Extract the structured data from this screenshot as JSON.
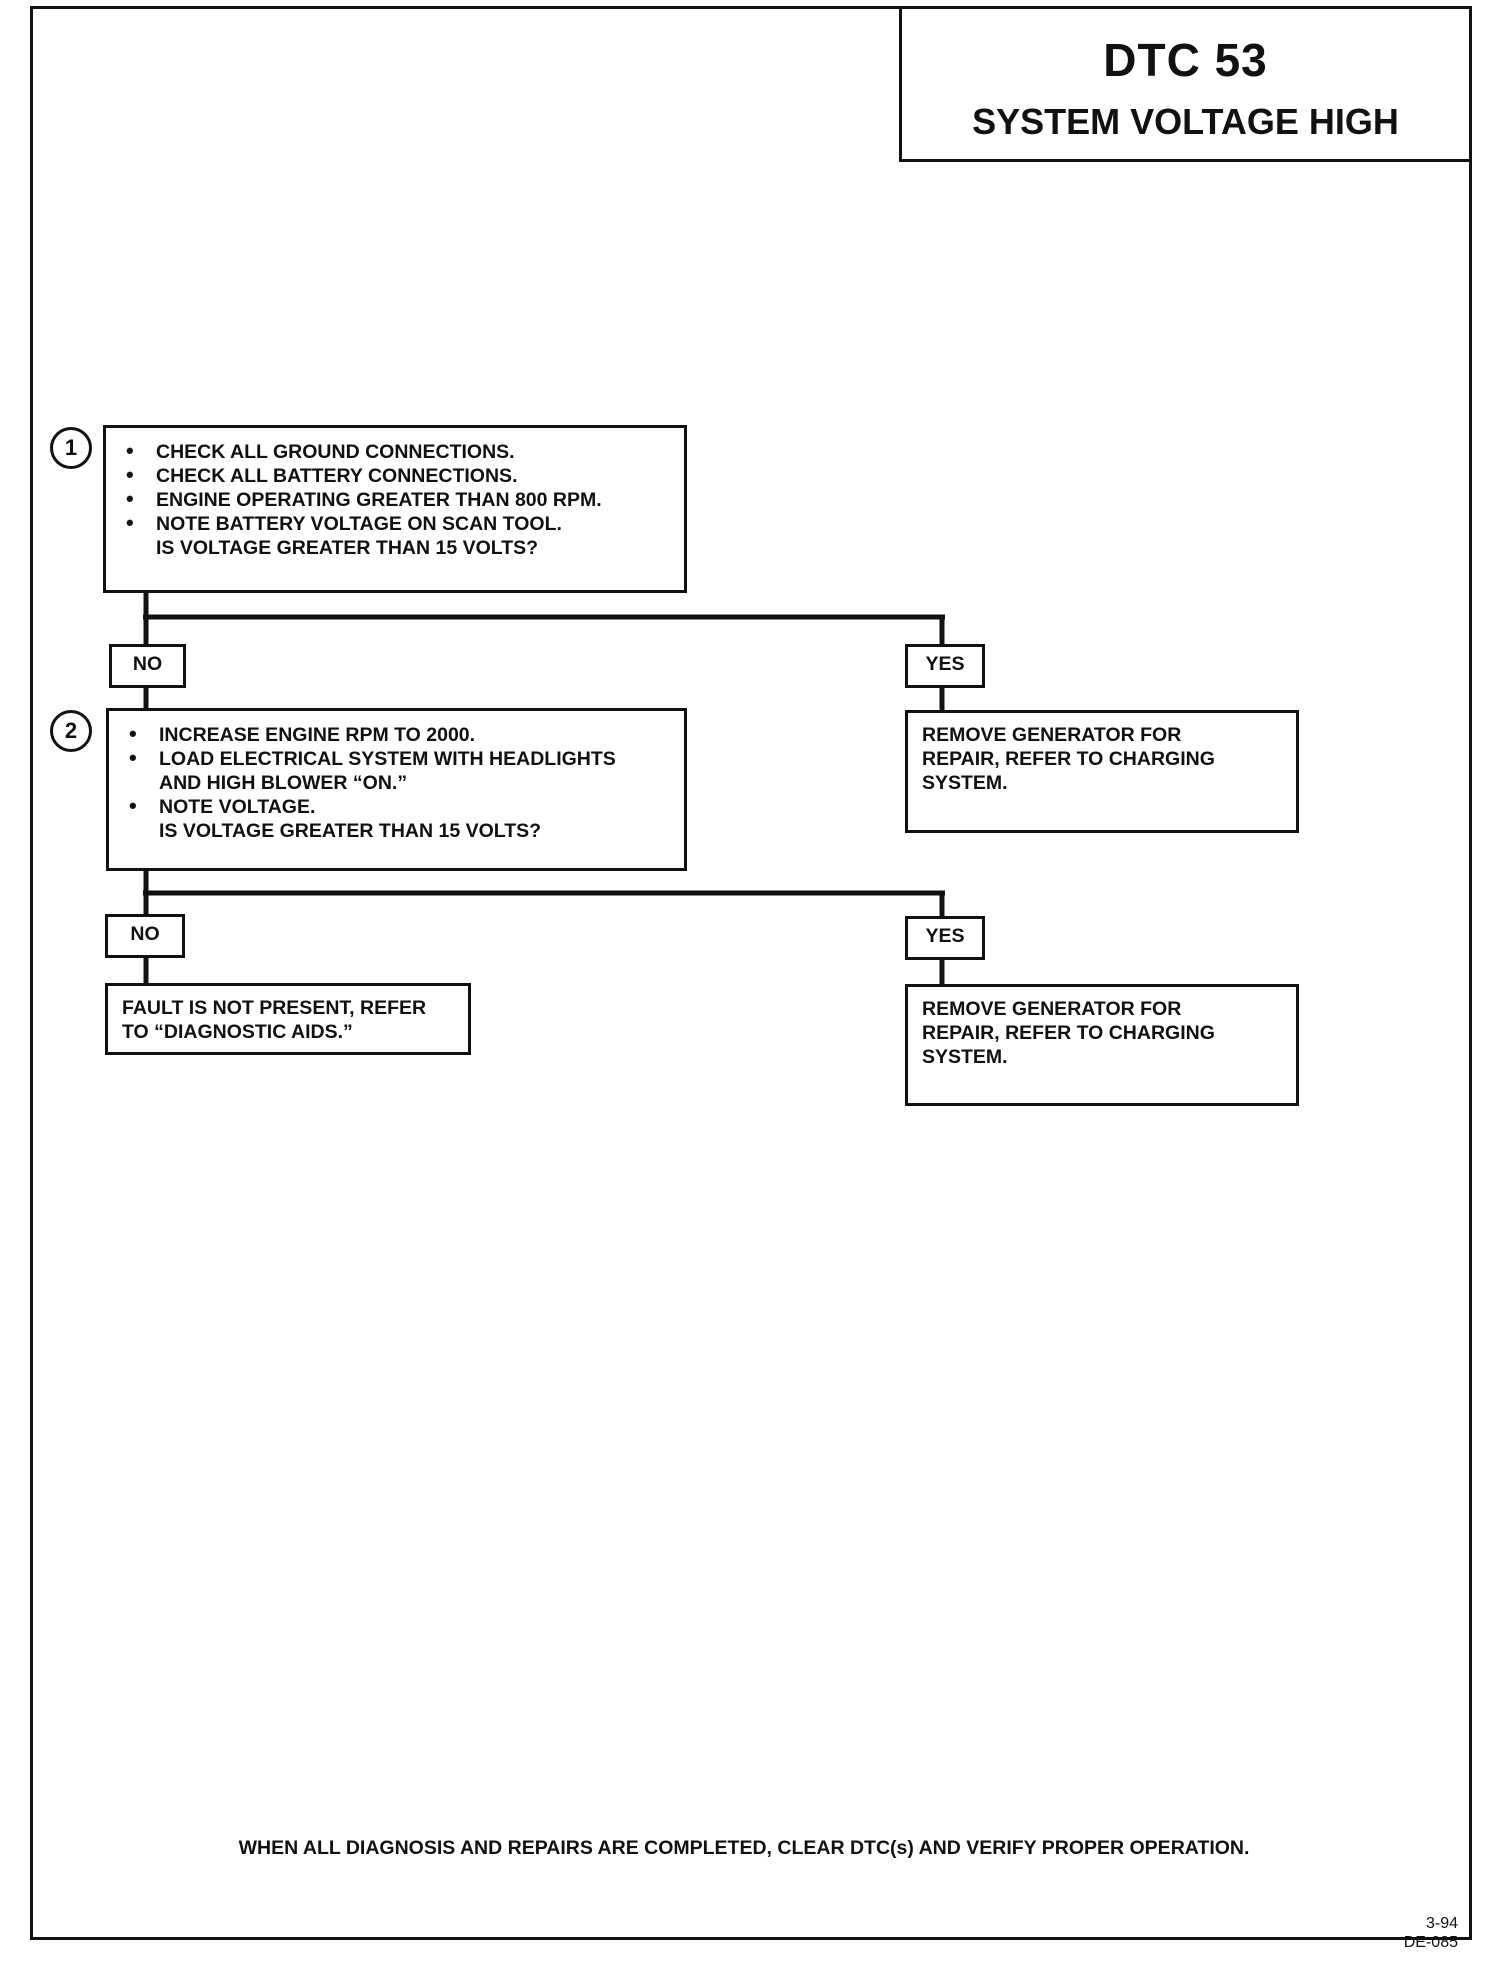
{
  "header": {
    "code": "DTC 53",
    "title": "SYSTEM VOLTAGE HIGH"
  },
  "step1": {
    "number": "1",
    "items": [
      "CHECK ALL GROUND CONNECTIONS.",
      "CHECK ALL BATTERY CONNECTIONS.",
      "ENGINE OPERATING GREATER THAN 800 RPM.",
      "NOTE BATTERY VOLTAGE ON SCAN TOOL."
    ],
    "question": "IS VOLTAGE GREATER THAN 15 VOLTS?"
  },
  "branch1": {
    "no_label": "NO",
    "yes_label": "YES",
    "yes_result": [
      "REMOVE GENERATOR FOR",
      "REPAIR, REFER TO CHARGING",
      "SYSTEM."
    ]
  },
  "step2": {
    "number": "2",
    "items": [
      "INCREASE ENGINE RPM TO 2000.",
      "LOAD ELECTRICAL SYSTEM WITH HEADLIGHTS",
      "AND HIGH BLOWER “ON.”",
      "NOTE VOLTAGE."
    ],
    "question": "IS VOLTAGE GREATER THAN 15 VOLTS?"
  },
  "branch2": {
    "no_label": "NO",
    "yes_label": "YES",
    "no_result": [
      "FAULT IS NOT PRESENT, REFER",
      "TO “DIAGNOSTIC AIDS.”"
    ],
    "yes_result": [
      "REMOVE GENERATOR FOR",
      "REPAIR, REFER TO CHARGING",
      "SYSTEM."
    ]
  },
  "footer": {
    "note": "WHEN ALL DIAGNOSIS AND REPAIRS ARE COMPLETED, CLEAR DTC(s) AND VERIFY PROPER OPERATION.",
    "date": "3-94",
    "ref": "DE-085"
  }
}
